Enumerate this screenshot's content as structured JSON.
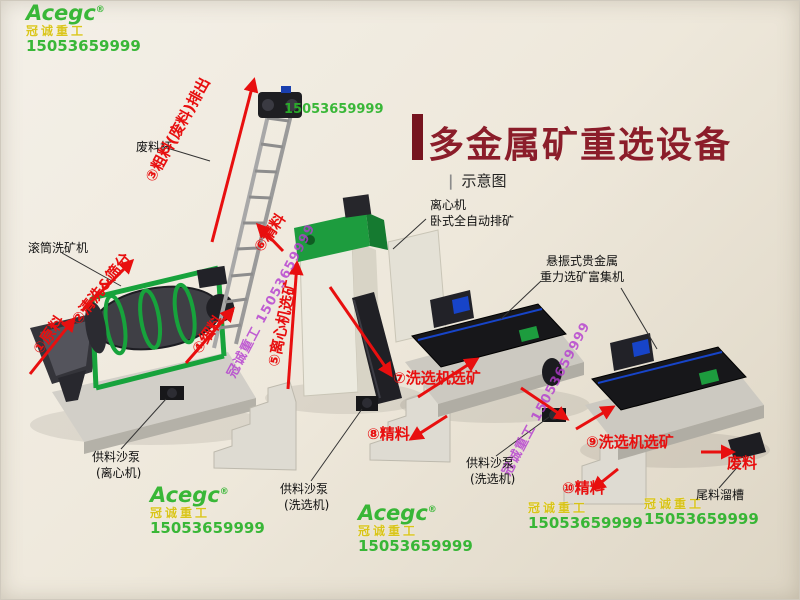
{
  "header": {
    "title": "多金属矿重选设备",
    "subtitle_divider": "|",
    "subtitle": "示意图"
  },
  "watermark": {
    "brand": "Acegc",
    "reg": "®",
    "company": "冠诚重工",
    "phone": "15053659999",
    "purple": "冠诚重工 15053659999"
  },
  "labels": {
    "waste_rod": "废料杆",
    "drum_washer": "滚筒洗矿机",
    "centrifuge_1": "离心机",
    "centrifuge_2": "卧式全自动排矿",
    "concentrator_1": "悬振式贵金属",
    "concentrator_2": "重力选矿富集机",
    "pump_centrifuge_1": "供料沙泵",
    "pump_centrifuge_2": "(离心机)",
    "pump_washer1_1": "供料沙泵",
    "pump_washer1_2": "(洗选机)",
    "pump_washer2_1": "供料沙泵",
    "pump_washer2_2": "(洗选机)",
    "tailings_chute": "尾料溜槽"
  },
  "flow": {
    "step1": "①原料",
    "step2": "②清洗&筛分",
    "step3": "③粗料(废料)排出",
    "step4": "④细料",
    "step5": "⑤离心机选矿",
    "step6": "⑥精料",
    "step7": "⑦洗选机选矿",
    "step8": "⑧精料",
    "step9": "⑨洗选机选矿",
    "step10": "⑩精料",
    "waste_out": "废料"
  },
  "colors": {
    "title_red": "#8b1d2a",
    "arrow_red": "#e80f0f",
    "machine_green": "#1d9c3e",
    "watermark_green": "#2ab32a",
    "watermark_yellow": "#d8c20a",
    "watermark_purple": "#b43bd0",
    "background": "#efe9dd"
  }
}
